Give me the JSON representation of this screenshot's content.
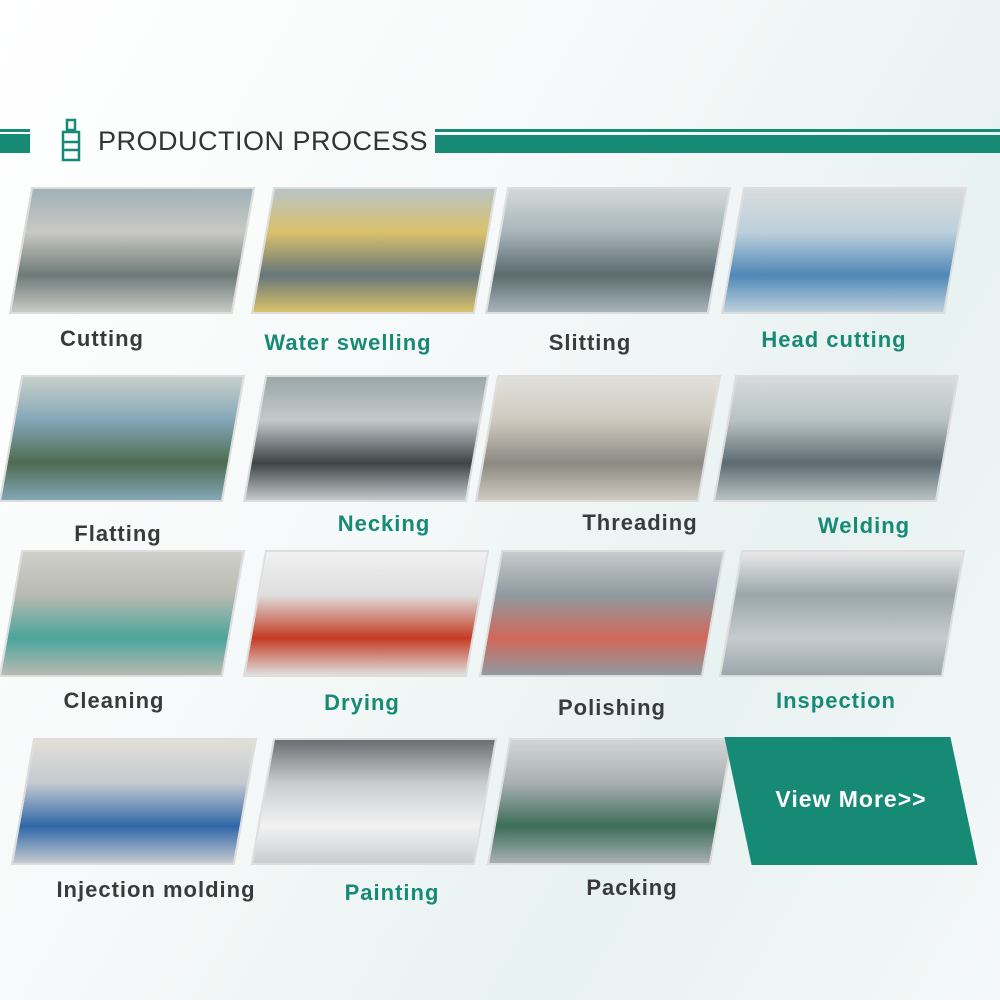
{
  "header": {
    "title": "PRODUCTION PROCESS",
    "icon": "bottle-icon",
    "accent": "#178a76"
  },
  "steps": [
    {
      "label": "Cutting",
      "color": "dark"
    },
    {
      "label": "Water swelling",
      "color": "teal"
    },
    {
      "label": "Slitting",
      "color": "dark"
    },
    {
      "label": "Head cutting",
      "color": "teal"
    },
    {
      "label": "Flatting",
      "color": "dark"
    },
    {
      "label": "Necking",
      "color": "teal"
    },
    {
      "label": "Threading",
      "color": "dark"
    },
    {
      "label": "Welding",
      "color": "teal"
    },
    {
      "label": "Cleaning",
      "color": "dark"
    },
    {
      "label": "Drying",
      "color": "teal"
    },
    {
      "label": "Polishing",
      "color": "dark"
    },
    {
      "label": "Inspection",
      "color": "teal"
    },
    {
      "label": "Injection molding",
      "color": "dark"
    },
    {
      "label": "Painting",
      "color": "teal"
    },
    {
      "label": "Packing",
      "color": "dark"
    }
  ],
  "view_more": {
    "label": "View More>>"
  }
}
